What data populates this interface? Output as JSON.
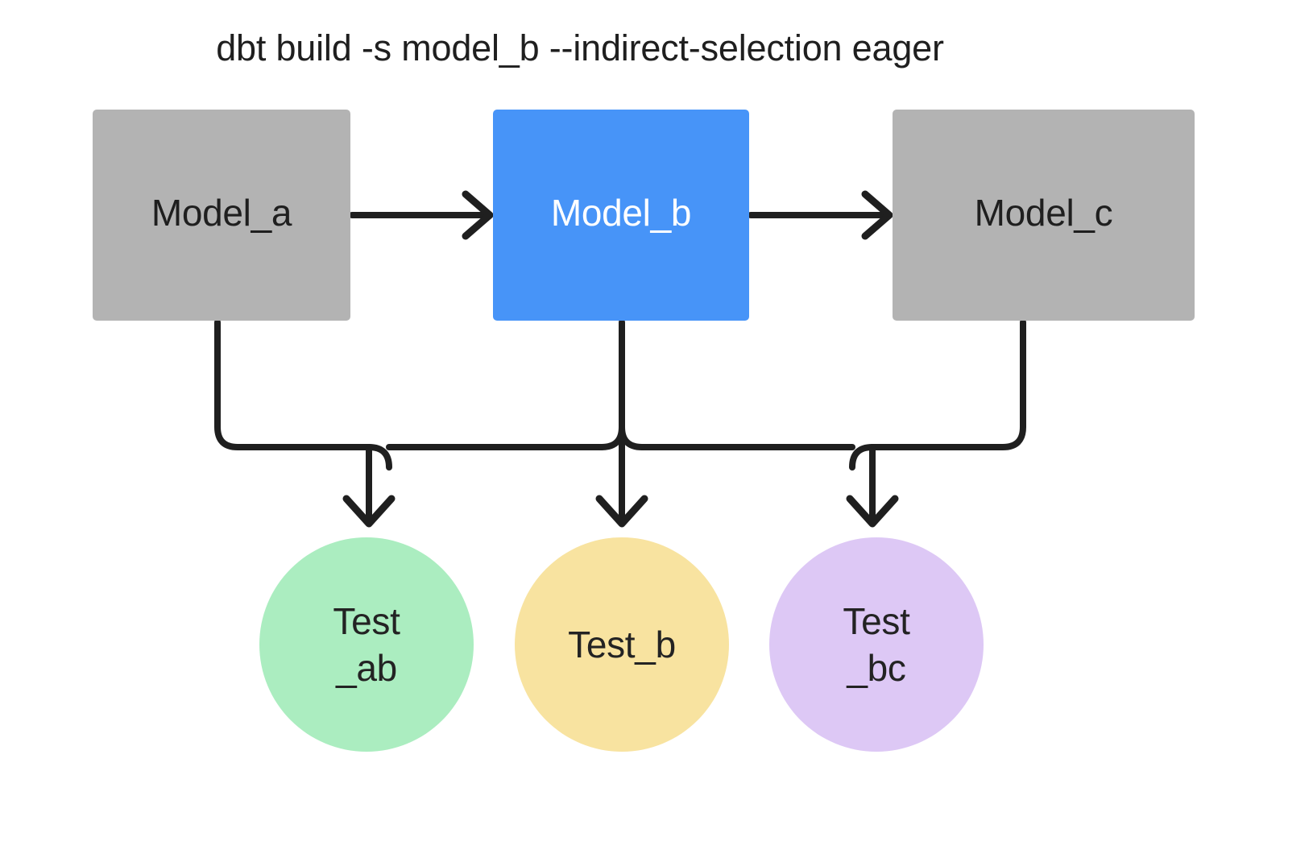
{
  "title": "dbt build -s model_b --indirect-selection eager",
  "colors": {
    "background": "#ffffff",
    "model_default_fill": "#b3b3b3",
    "model_selected_fill": "#4794f8",
    "model_default_text": "#1f1f1f",
    "model_selected_text": "#ffffff",
    "test_ab_fill": "#abedc0",
    "test_b_fill": "#f8e3a0",
    "test_bc_fill": "#ddc8f5",
    "test_text": "#232323",
    "edge_stroke": "#1f1f1f"
  },
  "nodes": {
    "models": [
      {
        "id": "model_a",
        "label": "Model_a",
        "shape": "rectangle",
        "state": "unselected"
      },
      {
        "id": "model_b",
        "label": "Model_b",
        "shape": "rectangle",
        "state": "selected"
      },
      {
        "id": "model_c",
        "label": "Model_c",
        "shape": "rectangle",
        "state": "unselected"
      }
    ],
    "tests": [
      {
        "id": "test_ab",
        "label": "Test\n_ab",
        "shape": "circle"
      },
      {
        "id": "test_b",
        "label": "Test_b",
        "shape": "circle"
      },
      {
        "id": "test_bc",
        "label": "Test\n_bc",
        "shape": "circle"
      }
    ]
  },
  "edges": [
    {
      "from": "model_a",
      "to": "model_b",
      "style": "arrow-right"
    },
    {
      "from": "model_b",
      "to": "model_c",
      "style": "arrow-right"
    },
    {
      "from": "model_a",
      "to": "test_ab",
      "style": "orthogonal-arrow-down"
    },
    {
      "from": "model_b",
      "to": "test_ab",
      "style": "orthogonal-arrow-down"
    },
    {
      "from": "model_b",
      "to": "test_b",
      "style": "orthogonal-arrow-down"
    },
    {
      "from": "model_b",
      "to": "test_bc",
      "style": "orthogonal-arrow-down"
    },
    {
      "from": "model_c",
      "to": "test_bc",
      "style": "orthogonal-arrow-down"
    }
  ]
}
